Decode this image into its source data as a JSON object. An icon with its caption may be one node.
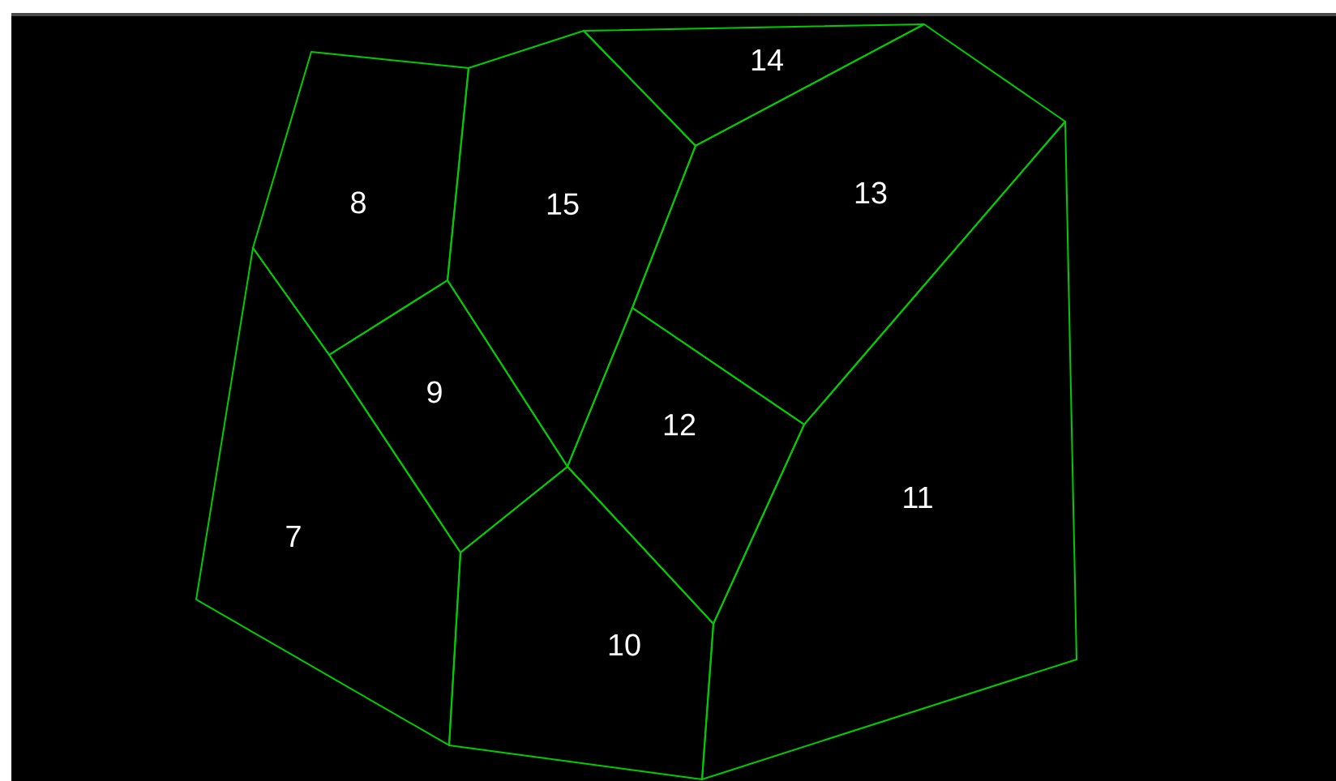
{
  "diagram": {
    "nodes": [
      {
        "text": [
          "14"
        ]
      },
      {
        "text": [
          "8"
        ]
      },
      {
        "text": [
          "15"
        ]
      },
      {
        "text": [
          "13"
        ]
      },
      {
        "text": [
          "9"
        ]
      },
      {
        "text": [
          "12"
        ]
      },
      {
        "text": [
          "11"
        ]
      },
      {
        "text": [
          "7"
        ]
      },
      {
        "text": [
          "10"
        ]
      }
    ]
  }
}
